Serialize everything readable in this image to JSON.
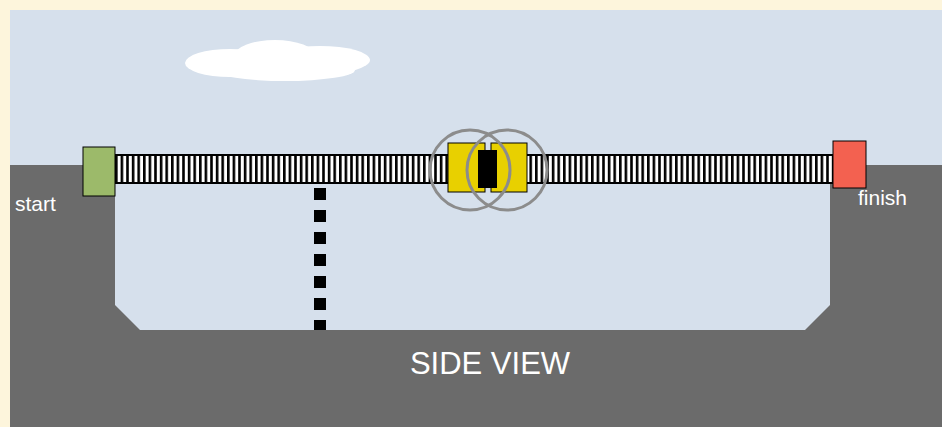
{
  "diagram": {
    "labels": [
      "start",
      "finish",
      "SIDE VIEW"
    ]
  }
}
